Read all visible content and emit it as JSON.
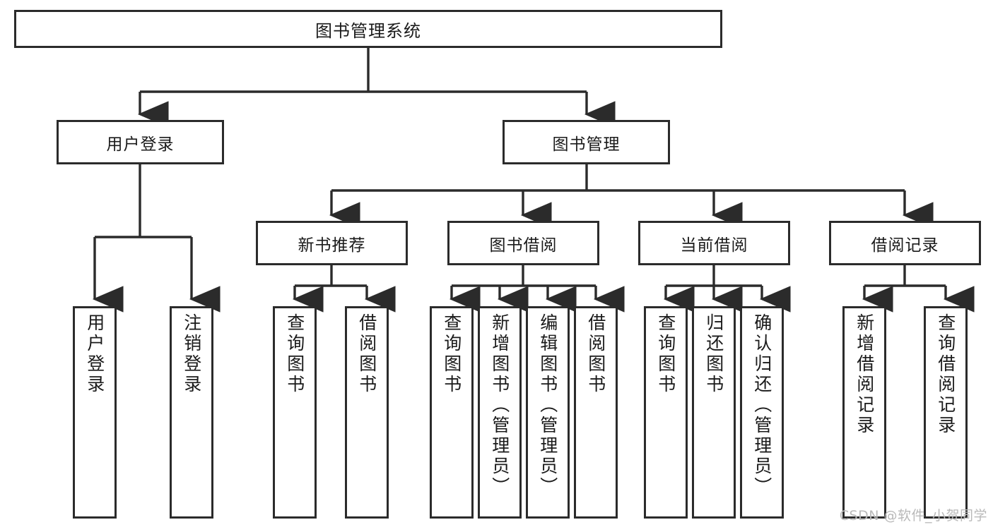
{
  "diagram": {
    "type": "tree-hierarchy",
    "title": "图书管理系统",
    "orientation": "top-down",
    "colors": {
      "box_border": "#2b2b2b",
      "box_fill": "#ffffff",
      "connector": "#2b2b2b",
      "text": "#1a1a1a",
      "watermark": "#b9b9b9",
      "background": "#ffffff"
    },
    "levels": {
      "root": {
        "label": "图书管理系统"
      },
      "level2": [
        {
          "label": "用户登录"
        },
        {
          "label": "图书管理"
        }
      ],
      "level3": [
        {
          "label": "新书推荐"
        },
        {
          "label": "图书借阅"
        },
        {
          "label": "当前借阅"
        },
        {
          "label": "借阅记录"
        }
      ]
    },
    "leaves": {
      "user_login": [
        {
          "label": "用户登录"
        },
        {
          "label": "注销登录"
        }
      ],
      "new_book_recommend": [
        {
          "label": "查询图书"
        },
        {
          "label": "借阅图书"
        }
      ],
      "book_borrow": [
        {
          "label": "查询图书"
        },
        {
          "label": "新增图书（管理员）"
        },
        {
          "label": "编辑图书（管理员）"
        },
        {
          "label": "借阅图书"
        }
      ],
      "current_borrow": [
        {
          "label": "查询图书"
        },
        {
          "label": "归还图书"
        },
        {
          "label": "确认归还（管理员）"
        }
      ],
      "borrow_record": [
        {
          "label": "新增借阅记录"
        },
        {
          "label": "查询借阅记录"
        }
      ]
    },
    "watermark": "CSDN @软件_小贺同学"
  }
}
